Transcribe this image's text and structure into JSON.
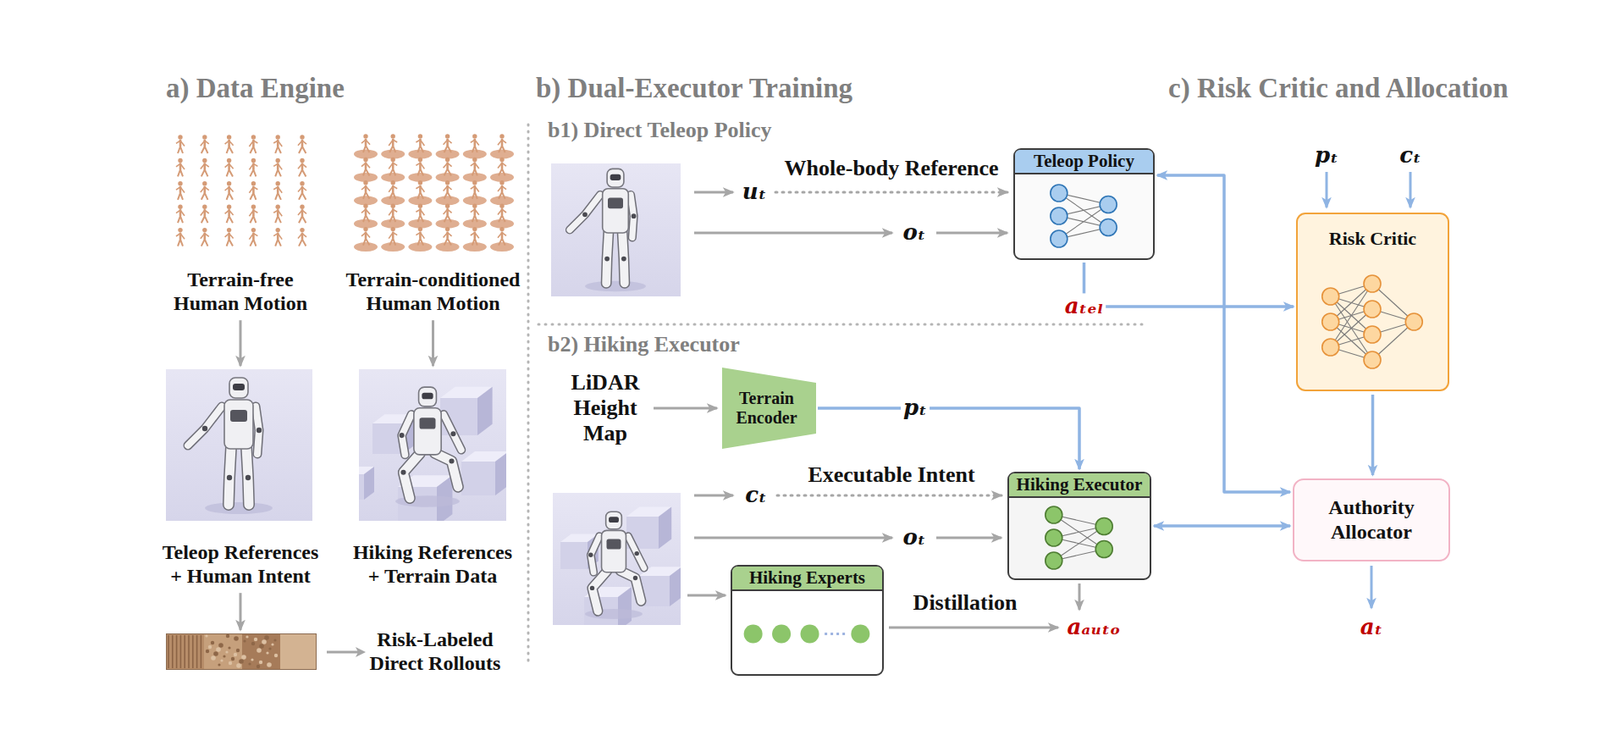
{
  "diagram": {
    "nodes": [
      {
        "text": [
          "Terrain-free Human Motion"
        ]
      },
      {
        "text": [
          "Terrain-conditioned Human Motion"
        ]
      },
      {
        "text": [
          "Teleop References + Human Intent"
        ]
      },
      {
        "text": [
          "Hiking References + Terrain Data"
        ]
      },
      {
        "text": [
          "Risk-Labeled Direct Rollouts"
        ]
      },
      {
        "text": [
          "Teleop Policy"
        ]
      },
      {
        "text": [
          "Terrain Encoder"
        ]
      },
      {
        "text": [
          "Hiking Executor"
        ]
      },
      {
        "text": [
          "Hiking Experts"
        ]
      },
      {
        "text": [
          "Risk Critic"
        ]
      },
      {
        "text": [
          "Authority Allocator"
        ]
      }
    ],
    "edges": [
      {
        "from": 0,
        "to": 2,
        "arrow": "to"
      },
      {
        "from": 1,
        "to": 3,
        "arrow": "to"
      },
      {
        "from": 2,
        "to": 4,
        "arrow": "to"
      },
      {
        "from": 5,
        "to": 9,
        "label": "aₜₑₗ",
        "arrow": "to"
      },
      {
        "from": 6,
        "to": 7,
        "label": "pₜ",
        "arrow": "to"
      },
      {
        "from": 9,
        "to": 10,
        "arrow": "to"
      },
      {
        "from": 10,
        "to": 5,
        "arrow": "both"
      },
      {
        "from": 10,
        "to": 7,
        "arrow": "both"
      }
    ],
    "labels": [
      "a) Data Engine",
      "b) Dual-Executor Training",
      "c) Risk Critic and Allocation",
      "b1) Direct Teleop Policy",
      "uₜ",
      "Whole-body Reference",
      "oₜ",
      "b2) Hiking Executor",
      "LiDAR Height Map",
      "cₜ",
      "Executable Intent",
      "oₜ",
      "Distillation",
      "aₐᵤₜₒ",
      "pₜ",
      "cₜ",
      "aₜ"
    ]
  }
}
